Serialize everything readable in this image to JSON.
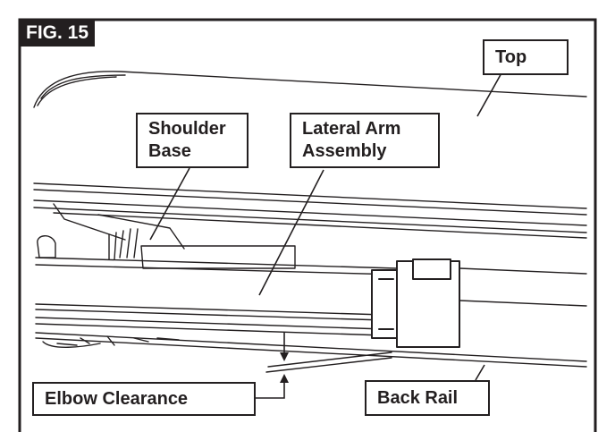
{
  "figure": {
    "title": "FIG. 15",
    "colors": {
      "ink": "#231f20",
      "background": "#ffffff"
    }
  },
  "callouts": {
    "top": "Top",
    "shoulder_base": [
      "Shoulder",
      "Base"
    ],
    "lateral_arm_assembly": [
      "Lateral Arm",
      "Assembly"
    ],
    "elbow_clearance": "Elbow Clearance",
    "back_rail": "Back Rail"
  }
}
